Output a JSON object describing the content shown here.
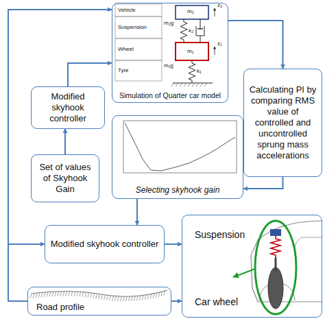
{
  "diagram": {
    "nodes": [
      {
        "text": [
          "Simulation of Quarter car model"
        ]
      },
      {
        "text": [
          "Modified skyhook controller"
        ]
      },
      {
        "text": [
          "Calculating PI by comparing RMS value of controlled and uncontrolled sprung mass accelerations"
        ]
      },
      {
        "text": [
          "Selecting skyhook gain"
        ]
      },
      {
        "text": [
          "Set of values of Skyhook Gain"
        ]
      },
      {
        "text": [
          "Modified skyhook controller"
        ]
      },
      {
        "text": [
          "Suspension",
          "Car wheel"
        ]
      },
      {
        "text": [
          "Road profile"
        ]
      }
    ],
    "edges": [
      {
        "from": 7,
        "to": 0,
        "arrow": "to"
      },
      {
        "from": 7,
        "to": 5,
        "arrow": "to"
      },
      {
        "from": 7,
        "to": 6,
        "arrow": "to"
      },
      {
        "from": 0,
        "to": 2,
        "arrow": "to"
      },
      {
        "from": 2,
        "to": 3,
        "arrow": "to"
      },
      {
        "from": 3,
        "to": 5,
        "arrow": "to"
      },
      {
        "from": 4,
        "to": 1,
        "arrow": "to"
      },
      {
        "from": 1,
        "to": 0,
        "arrow": "to"
      },
      {
        "from": 5,
        "to": 6,
        "arrow": "to"
      }
    ],
    "labels": [
      "Vehicle",
      "Suspension",
      "Wheel",
      "Tyre",
      "m₂",
      "m₁",
      "z₂",
      "z₁",
      "k₂",
      "k₁",
      "m₂g",
      "m₁g"
    ]
  }
}
